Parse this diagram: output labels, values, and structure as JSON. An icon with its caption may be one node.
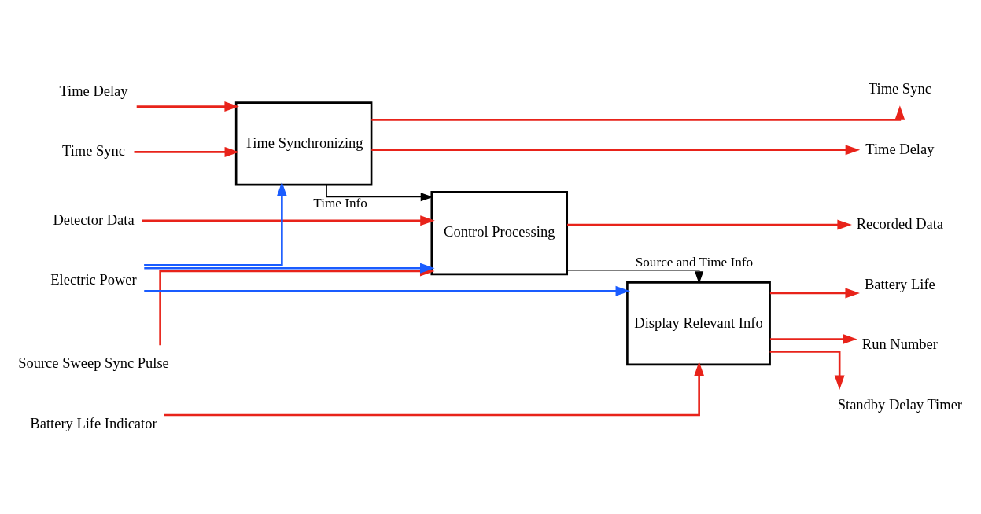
{
  "diagram": {
    "nodes": [
      {
        "text": [
          "Time Delay"
        ]
      },
      {
        "text": [
          "Time Sync"
        ]
      },
      {
        "text": [
          "Time Synchronizing"
        ]
      },
      {
        "text": [
          "Time Delay"
        ]
      },
      {
        "text": [
          "Time Sync"
        ]
      },
      {
        "text": [
          "Detector Data"
        ]
      },
      {
        "text": [
          "Source Sweep Sync Pulse"
        ]
      },
      {
        "text": [
          "Control Processing"
        ]
      },
      {
        "text": [
          "Recorded Data"
        ]
      },
      {
        "text": [
          "Battery Life Indicator"
        ]
      },
      {
        "text": [
          "Display Relevant Info"
        ]
      },
      {
        "text": [
          "Battery Life"
        ]
      },
      {
        "text": [
          "Run Number"
        ]
      },
      {
        "text": [
          "Standby Delay Timer"
        ]
      },
      {
        "text": [
          "Electric Power"
        ]
      }
    ],
    "edges": [
      {
        "from": 0,
        "to": 2,
        "arrow": "to"
      },
      {
        "from": 1,
        "to": 2,
        "arrow": "to"
      },
      {
        "from": 2,
        "to": 3,
        "arrow": "to"
      },
      {
        "from": 2,
        "to": 4,
        "arrow": "to"
      },
      {
        "from": 2,
        "to": 7,
        "arrow": "to",
        "label": "Time Info",
        "color": "#000000"
      },
      {
        "from": 5,
        "to": 7,
        "arrow": "to"
      },
      {
        "from": 6,
        "to": 7,
        "arrow": "to"
      },
      {
        "from": 7,
        "to": 8,
        "arrow": "to"
      },
      {
        "from": 7,
        "to": 10,
        "arrow": "to",
        "label": "Source and Time Info",
        "color": "#000000"
      },
      {
        "from": 9,
        "to": 10,
        "arrow": "to"
      },
      {
        "from": 10,
        "to": 11,
        "arrow": "to"
      },
      {
        "from": 10,
        "to": 12,
        "arrow": "to"
      },
      {
        "from": 10,
        "to": 13,
        "arrow": "to"
      },
      {
        "from": 14,
        "to": 2,
        "arrow": "to",
        "color": "#1a5cff"
      },
      {
        "from": 14,
        "to": 7,
        "arrow": "to",
        "color": "#1a5cff"
      },
      {
        "from": 14,
        "to": 10,
        "arrow": "to",
        "color": "#1a5cff"
      }
    ]
  }
}
